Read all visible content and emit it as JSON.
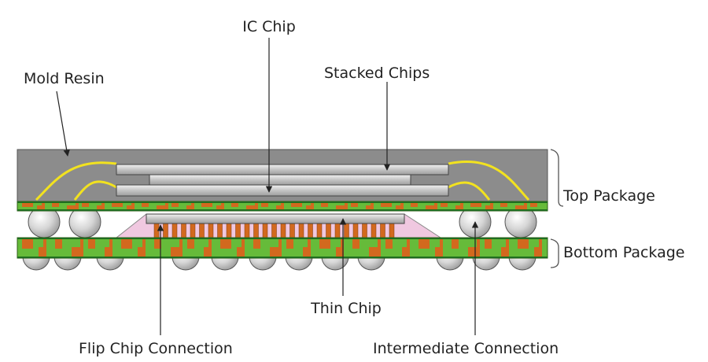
{
  "labels": {
    "ic_chip": "IC Chip",
    "mold_resin": "Mold Resin",
    "stacked_chips": "Stacked Chips",
    "top_package": "Top Package",
    "bottom_package": "Bottom Package",
    "thin_chip": "Thin Chip",
    "flip_chip_connection": "Flip Chip Connection",
    "intermediate_connection": "Intermediate Connection"
  },
  "colors": {
    "mold_resin": "#8c8c8c",
    "chip": "#c9c9c9",
    "substrate_green": "#66bb3a",
    "substrate_copper": "#d2691e",
    "solder_ball": "#dcdcdc",
    "wire_bond": "#f2e21f",
    "underfill": "#f0c8e0",
    "bracket": "#555555"
  }
}
